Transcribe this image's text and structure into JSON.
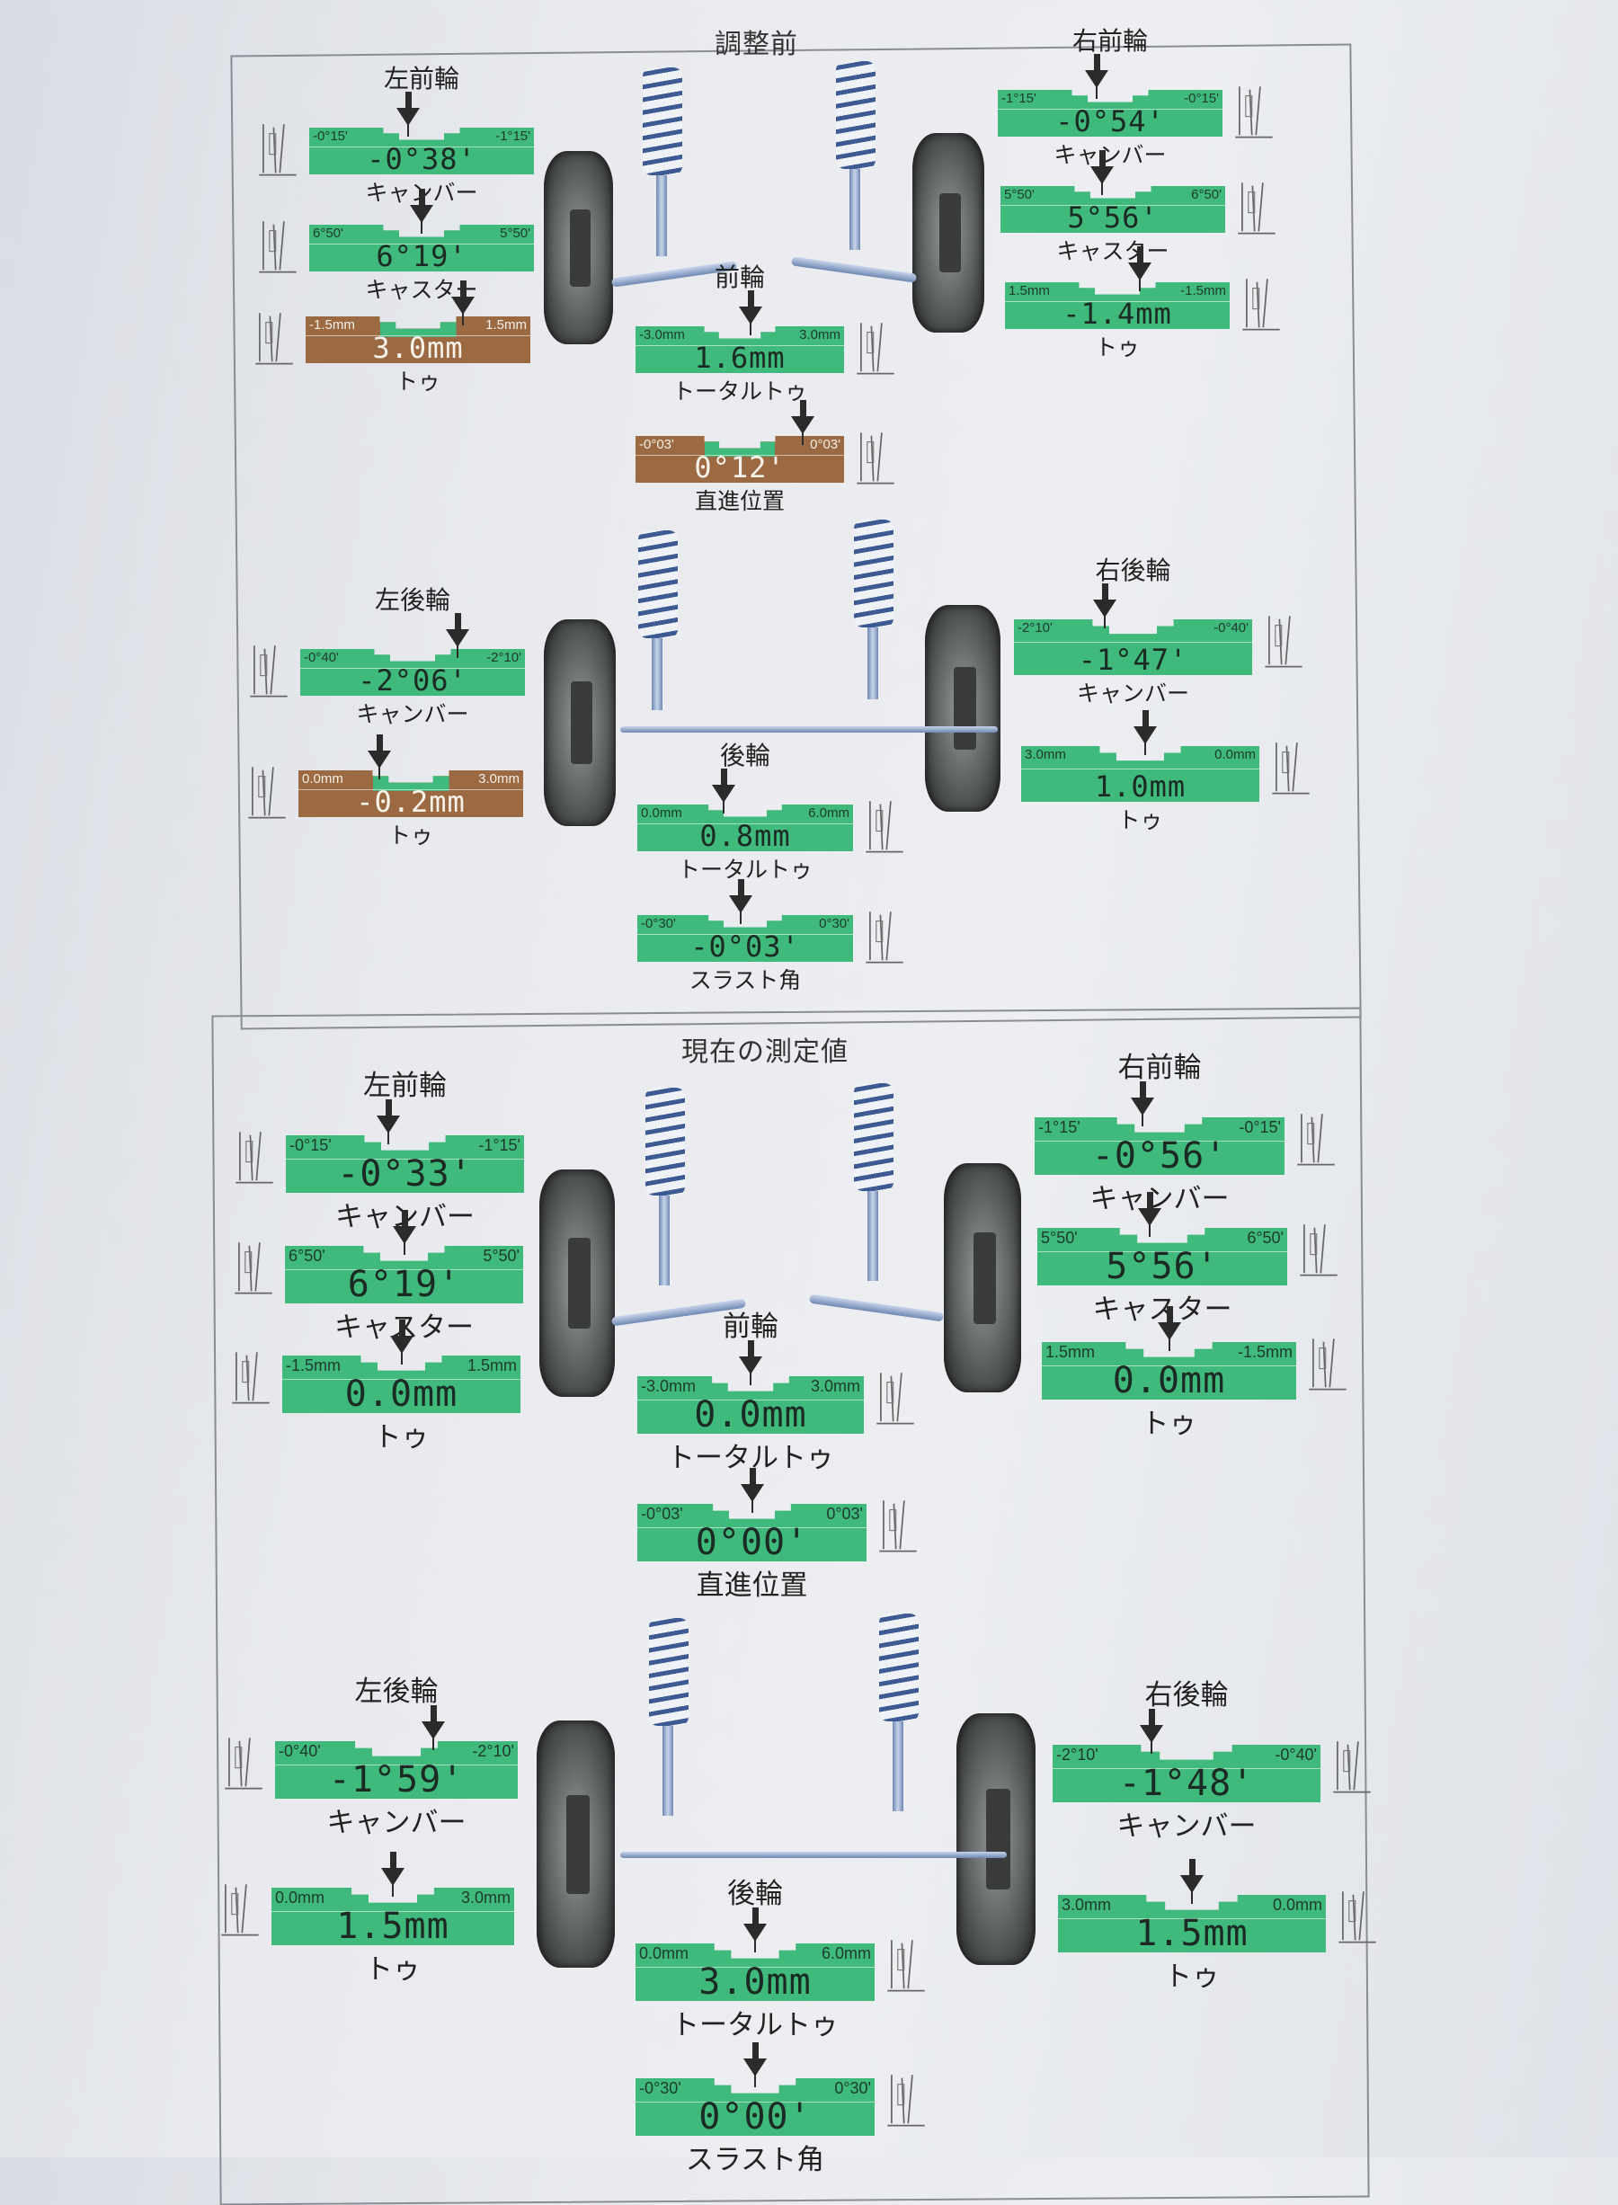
{
  "colors": {
    "in_range": "#3fba7c",
    "out_of_range": "#9c6a42"
  },
  "sections": [
    {
      "title": "調整前",
      "gauges": {
        "lf_camber": {
          "header": "左前輪",
          "min": "-0°15'",
          "max": "-1°15'",
          "value": "-0°38'",
          "caption": "キャンバー",
          "status": "in",
          "pointer": 0.44
        },
        "lf_caster": {
          "min": "6°50'",
          "max": "5°50'",
          "value": "6°19'",
          "caption": "キャスター",
          "status": "in",
          "pointer": 0.5
        },
        "lf_toe": {
          "min": "-1.5mm",
          "max": "1.5mm",
          "value": "3.0mm",
          "caption": "トゥ",
          "status": "out",
          "pointer": 0.7
        },
        "rf_camber": {
          "header": "右前輪",
          "min": "-1°15'",
          "max": "-0°15'",
          "value": "-0°54'",
          "caption": "キャンバー",
          "status": "in",
          "pointer": 0.44
        },
        "rf_caster": {
          "min": "5°50'",
          "max": "6°50'",
          "value": "5°56'",
          "caption": "キャスター",
          "status": "in",
          "pointer": 0.45
        },
        "rf_toe": {
          "min": "1.5mm",
          "max": "-1.5mm",
          "value": "-1.4mm",
          "caption": "トゥ",
          "status": "in",
          "pointer": 0.6
        },
        "f_total_toe": {
          "header": "前輪",
          "min": "-3.0mm",
          "max": "3.0mm",
          "value": "1.6mm",
          "caption": "トータルトゥ",
          "status": "in",
          "pointer": 0.55
        },
        "f_straight": {
          "min": "-0°03'",
          "max": "0°03'",
          "value": "0°12'",
          "caption": "直進位置",
          "status": "out",
          "pointer": 0.8
        },
        "lr_camber": {
          "header": "左後輪",
          "min": "-0°40'",
          "max": "-2°10'",
          "value": "-2°06'",
          "caption": "キャンバー",
          "status": "in",
          "pointer": 0.7
        },
        "lr_toe": {
          "min": "0.0mm",
          "max": "3.0mm",
          "value": "-0.2mm",
          "caption": "トゥ",
          "status": "out",
          "pointer": 0.36
        },
        "rr_camber": {
          "header": "右後輪",
          "min": "-2°10'",
          "max": "-0°40'",
          "value": "-1°47'",
          "caption": "キャンバー",
          "status": "in",
          "pointer": 0.38
        },
        "rr_toe": {
          "min": "3.0mm",
          "max": "0.0mm",
          "value": "1.0mm",
          "caption": "トゥ",
          "status": "in",
          "pointer": 0.52
        },
        "r_total_toe": {
          "header": "後輪",
          "min": "0.0mm",
          "max": "6.0mm",
          "value": "0.8mm",
          "caption": "トータルトゥ",
          "status": "in",
          "pointer": 0.4
        },
        "r_thrust": {
          "min": "-0°30'",
          "max": "0°30'",
          "value": "-0°03'",
          "caption": "スラスト角",
          "status": "in",
          "pointer": 0.48
        }
      }
    },
    {
      "title": "現在の測定値",
      "gauges": {
        "lf_camber": {
          "header": "左前輪",
          "min": "-0°15'",
          "max": "-1°15'",
          "value": "-0°33'",
          "caption": "キャンバー",
          "status": "in",
          "pointer": 0.43
        },
        "lf_caster": {
          "min": "6°50'",
          "max": "5°50'",
          "value": "6°19'",
          "caption": "キャスター",
          "status": "in",
          "pointer": 0.5
        },
        "lf_toe": {
          "min": "-1.5mm",
          "max": "1.5mm",
          "value": "0.0mm",
          "caption": "トゥ",
          "status": "in",
          "pointer": 0.5
        },
        "rf_camber": {
          "header": "右前輪",
          "min": "-1°15'",
          "max": "-0°15'",
          "value": "-0°56'",
          "caption": "キャンバー",
          "status": "in",
          "pointer": 0.43
        },
        "rf_caster": {
          "min": "5°50'",
          "max": "6°50'",
          "value": "5°56'",
          "caption": "キャスター",
          "status": "in",
          "pointer": 0.45
        },
        "rf_toe": {
          "min": "1.5mm",
          "max": "-1.5mm",
          "value": "0.0mm",
          "caption": "トゥ",
          "status": "in",
          "pointer": 0.5
        },
        "f_total_toe": {
          "header": "前輪",
          "min": "-3.0mm",
          "max": "3.0mm",
          "value": "0.0mm",
          "caption": "トータルトゥ",
          "status": "in",
          "pointer": 0.5
        },
        "f_straight": {
          "min": "-0°03'",
          "max": "0°03'",
          "value": "0°00'",
          "caption": "直進位置",
          "status": "in",
          "pointer": 0.5
        },
        "lr_camber": {
          "header": "左後輪",
          "min": "-0°40'",
          "max": "-2°10'",
          "value": "-1°59'",
          "caption": "キャンバー",
          "status": "in",
          "pointer": 0.65
        },
        "lr_toe": {
          "min": "0.0mm",
          "max": "3.0mm",
          "value": "1.5mm",
          "caption": "トゥ",
          "status": "in",
          "pointer": 0.5
        },
        "rr_camber": {
          "header": "右後輪",
          "min": "-2°10'",
          "max": "-0°40'",
          "value": "-1°48'",
          "caption": "キャンバー",
          "status": "in",
          "pointer": 0.37
        },
        "rr_toe": {
          "min": "3.0mm",
          "max": "0.0mm",
          "value": "1.5mm",
          "caption": "トゥ",
          "status": "in",
          "pointer": 0.5
        },
        "r_total_toe": {
          "header": "後輪",
          "min": "0.0mm",
          "max": "6.0mm",
          "value": "3.0mm",
          "caption": "トータルトゥ",
          "status": "in",
          "pointer": 0.5
        },
        "r_thrust": {
          "min": "-0°30'",
          "max": "0°30'",
          "value": "0°00'",
          "caption": "スラスト角",
          "status": "in",
          "pointer": 0.5
        }
      }
    }
  ]
}
